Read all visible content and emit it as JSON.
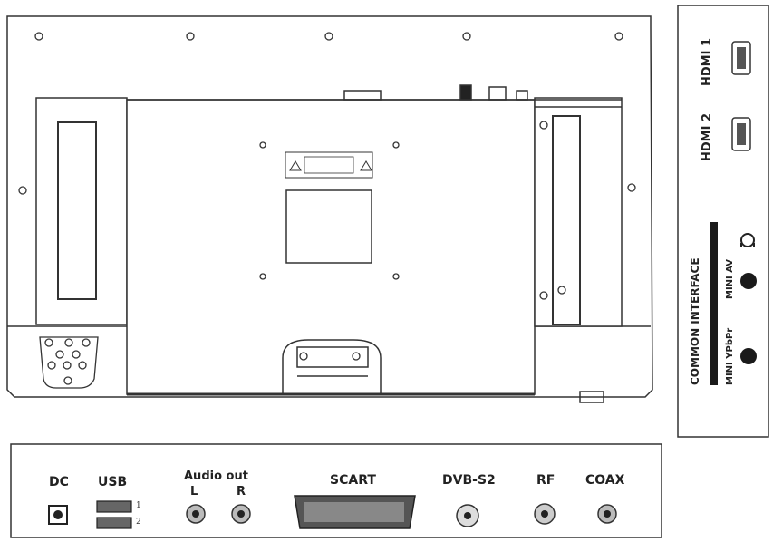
{
  "side_panel": {
    "hdmi1": "HDMI 1",
    "hdmi2": "HDMI 2",
    "common_interface": "COMMON INTERFACE",
    "mini_av": "MINI AV",
    "mini_ypbpr": "MINI YPbPr"
  },
  "bottom_panel": {
    "dc": "DC",
    "usb": "USB",
    "usb_port_1": "1",
    "usb_port_2": "2",
    "audio_out": "Audio out",
    "audio_left": "L",
    "audio_right": "R",
    "scart": "SCART",
    "dvbs2": "DVB-S2",
    "rf": "RF",
    "coax": "COAX"
  },
  "colors": {
    "line": "#333333",
    "connector_fill": "#ffffff",
    "port_dark": "#1a1a1a"
  }
}
